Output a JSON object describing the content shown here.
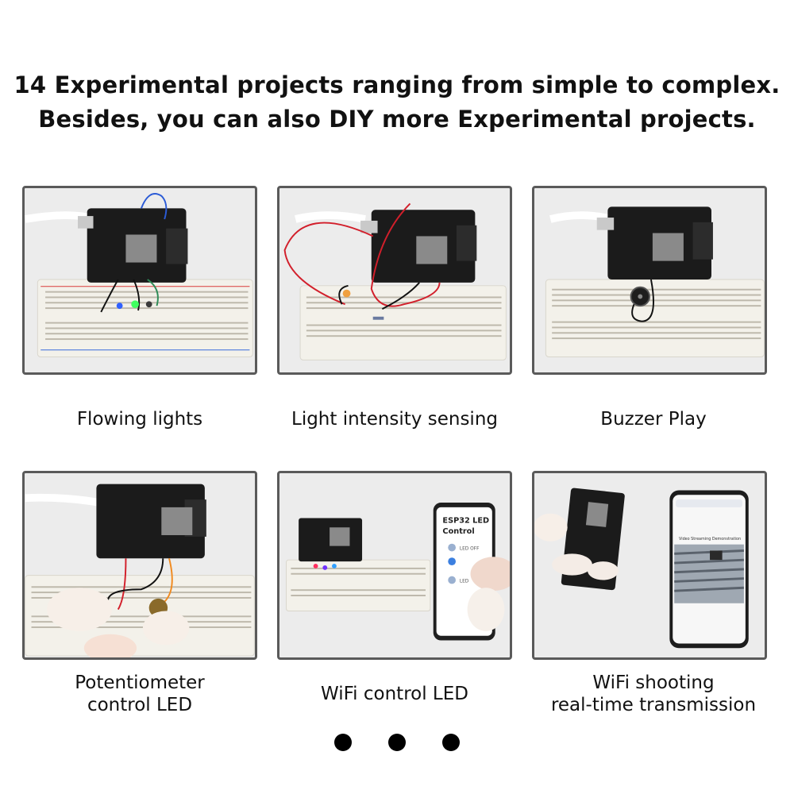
{
  "headline": {
    "line1": "14 Experimental projects ranging from simple to complex.",
    "line2": "Besides, you can also DIY more Experimental projects."
  },
  "projects": [
    {
      "caption": [
        "Flowing lights"
      ]
    },
    {
      "caption": [
        "Light intensity sensing"
      ]
    },
    {
      "caption": [
        "Buzzer Play"
      ]
    },
    {
      "caption": [
        "Potentiometer",
        "control LED"
      ]
    },
    {
      "caption": [
        "WiFi control LED"
      ]
    },
    {
      "caption": [
        "WiFi shooting",
        "real-time transmission"
      ]
    }
  ],
  "phone_led": {
    "title_line1": "ESP32 LED",
    "title_line2": "Control",
    "led_off": "LED OFF",
    "led_label": "LED"
  },
  "phone_stream": {
    "title": "Video Streaming Demonstration"
  },
  "pagination": {
    "count": 3
  },
  "colors": {
    "board": "#1b1b1b",
    "breadboard": "#f3f1ea",
    "wire_red": "#d21f2b",
    "wire_blue": "#2b5bd6"
  }
}
